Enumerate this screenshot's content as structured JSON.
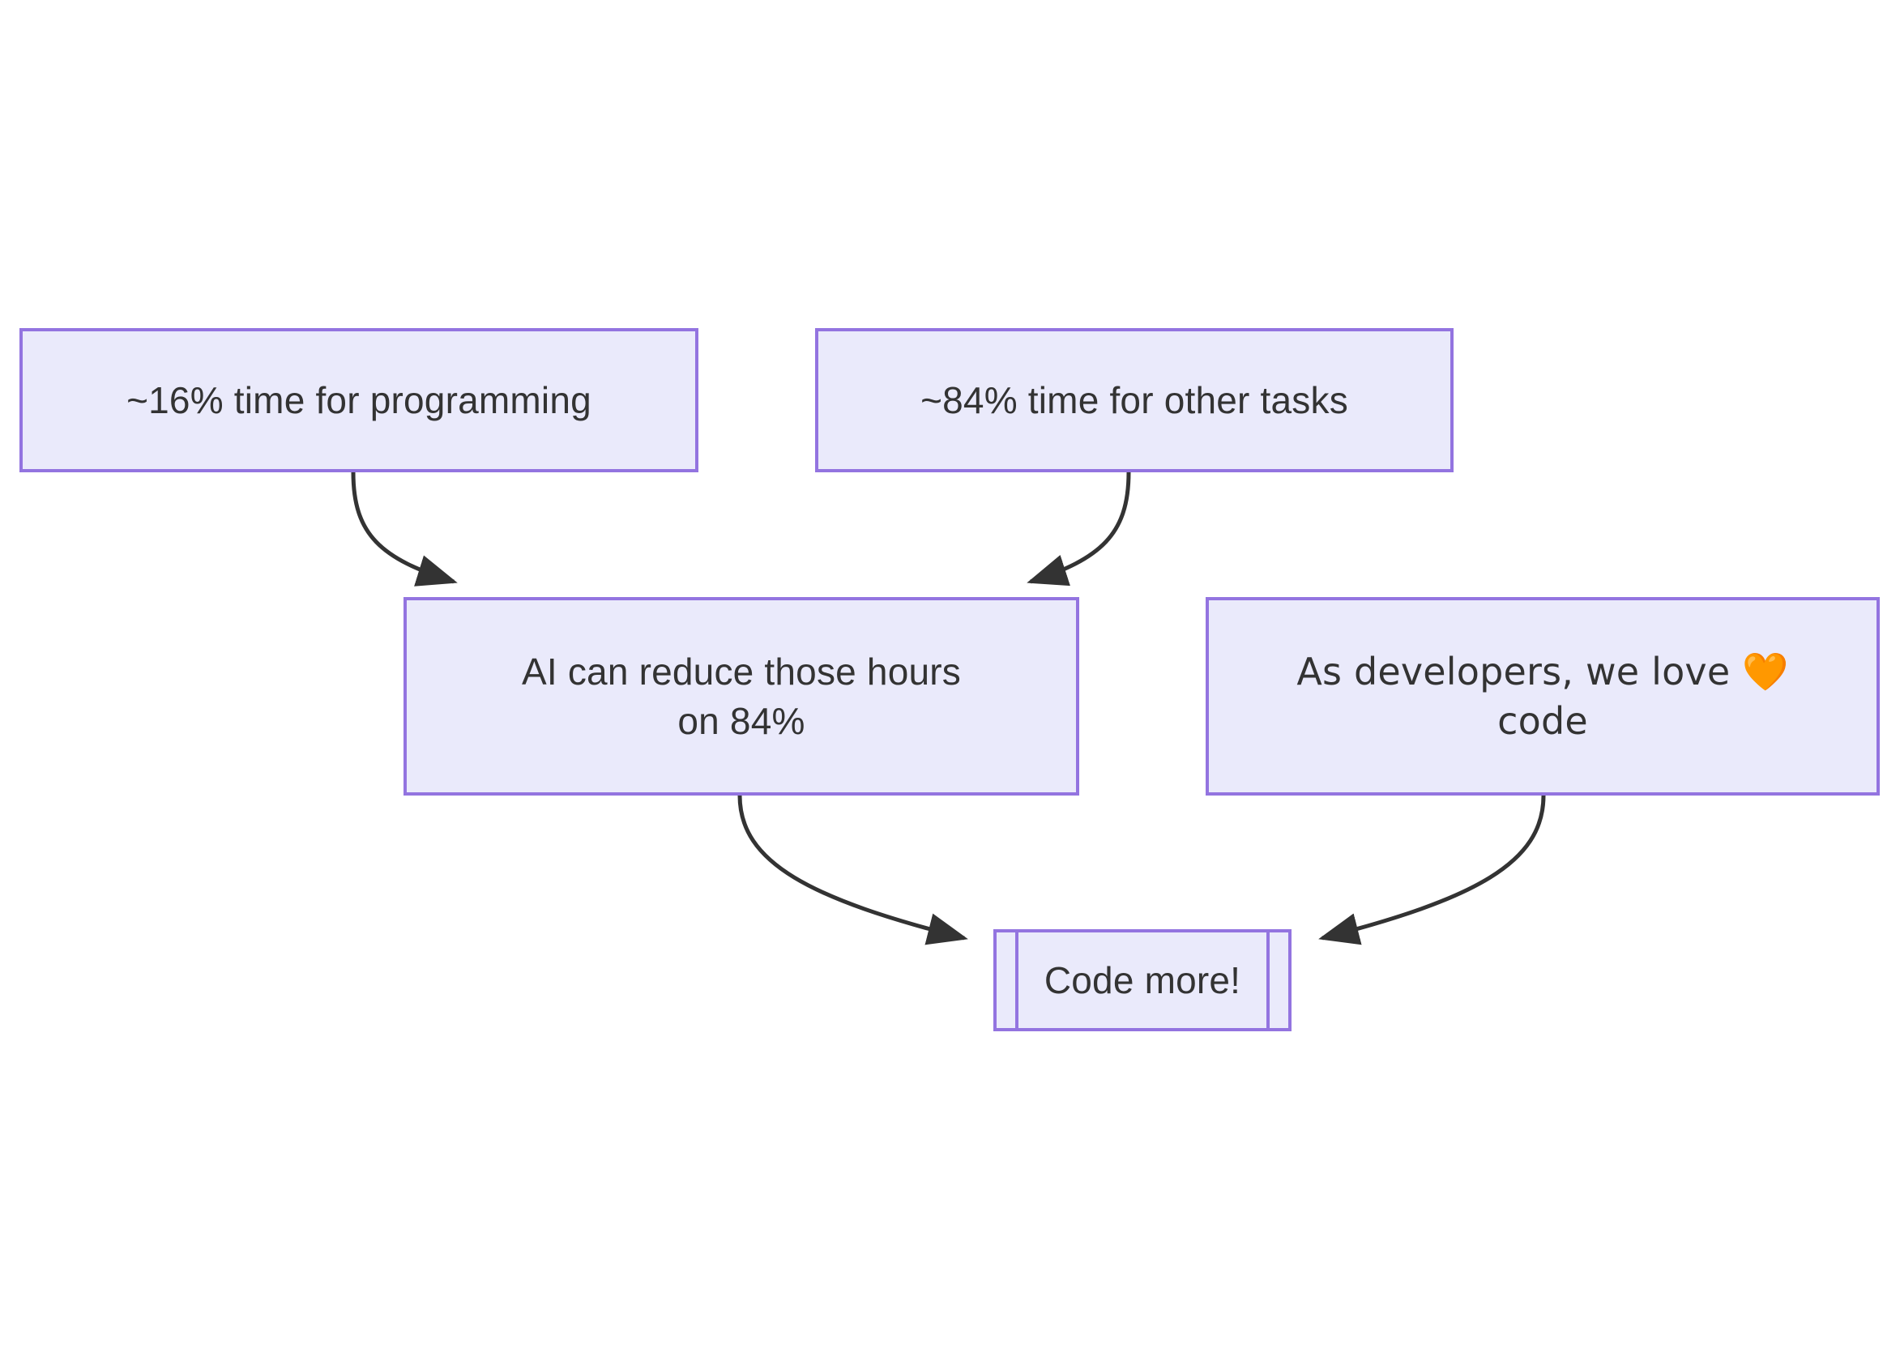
{
  "diagram": {
    "type": "flowchart",
    "direction": "top-down",
    "background_color": "#ffffff",
    "node_fill_color": "#eaeafb",
    "node_border_color": "#9374e0",
    "node_text_color": "#333333",
    "edge_color": "#333333",
    "nodes": [
      {
        "id": "programming",
        "label": "~16% time for programming",
        "shape": "rectangle"
      },
      {
        "id": "other_tasks",
        "label": "~84% time for other tasks",
        "shape": "rectangle"
      },
      {
        "id": "ai_reduce",
        "label": "AI can reduce those hours\non 84%",
        "shape": "rectangle"
      },
      {
        "id": "love_code",
        "label": "As developers, we love 🧡\ncode",
        "shape": "rectangle"
      },
      {
        "id": "code_more",
        "label": "Code more!",
        "shape": "subroutine"
      }
    ],
    "edges": [
      {
        "from": "programming",
        "to": "ai_reduce",
        "label": "",
        "arrow": "arrow"
      },
      {
        "from": "other_tasks",
        "to": "ai_reduce",
        "label": "",
        "arrow": "arrow"
      },
      {
        "from": "ai_reduce",
        "to": "code_more",
        "label": "",
        "arrow": "arrow"
      },
      {
        "from": "love_code",
        "to": "code_more",
        "label": "",
        "arrow": "arrow"
      }
    ]
  }
}
